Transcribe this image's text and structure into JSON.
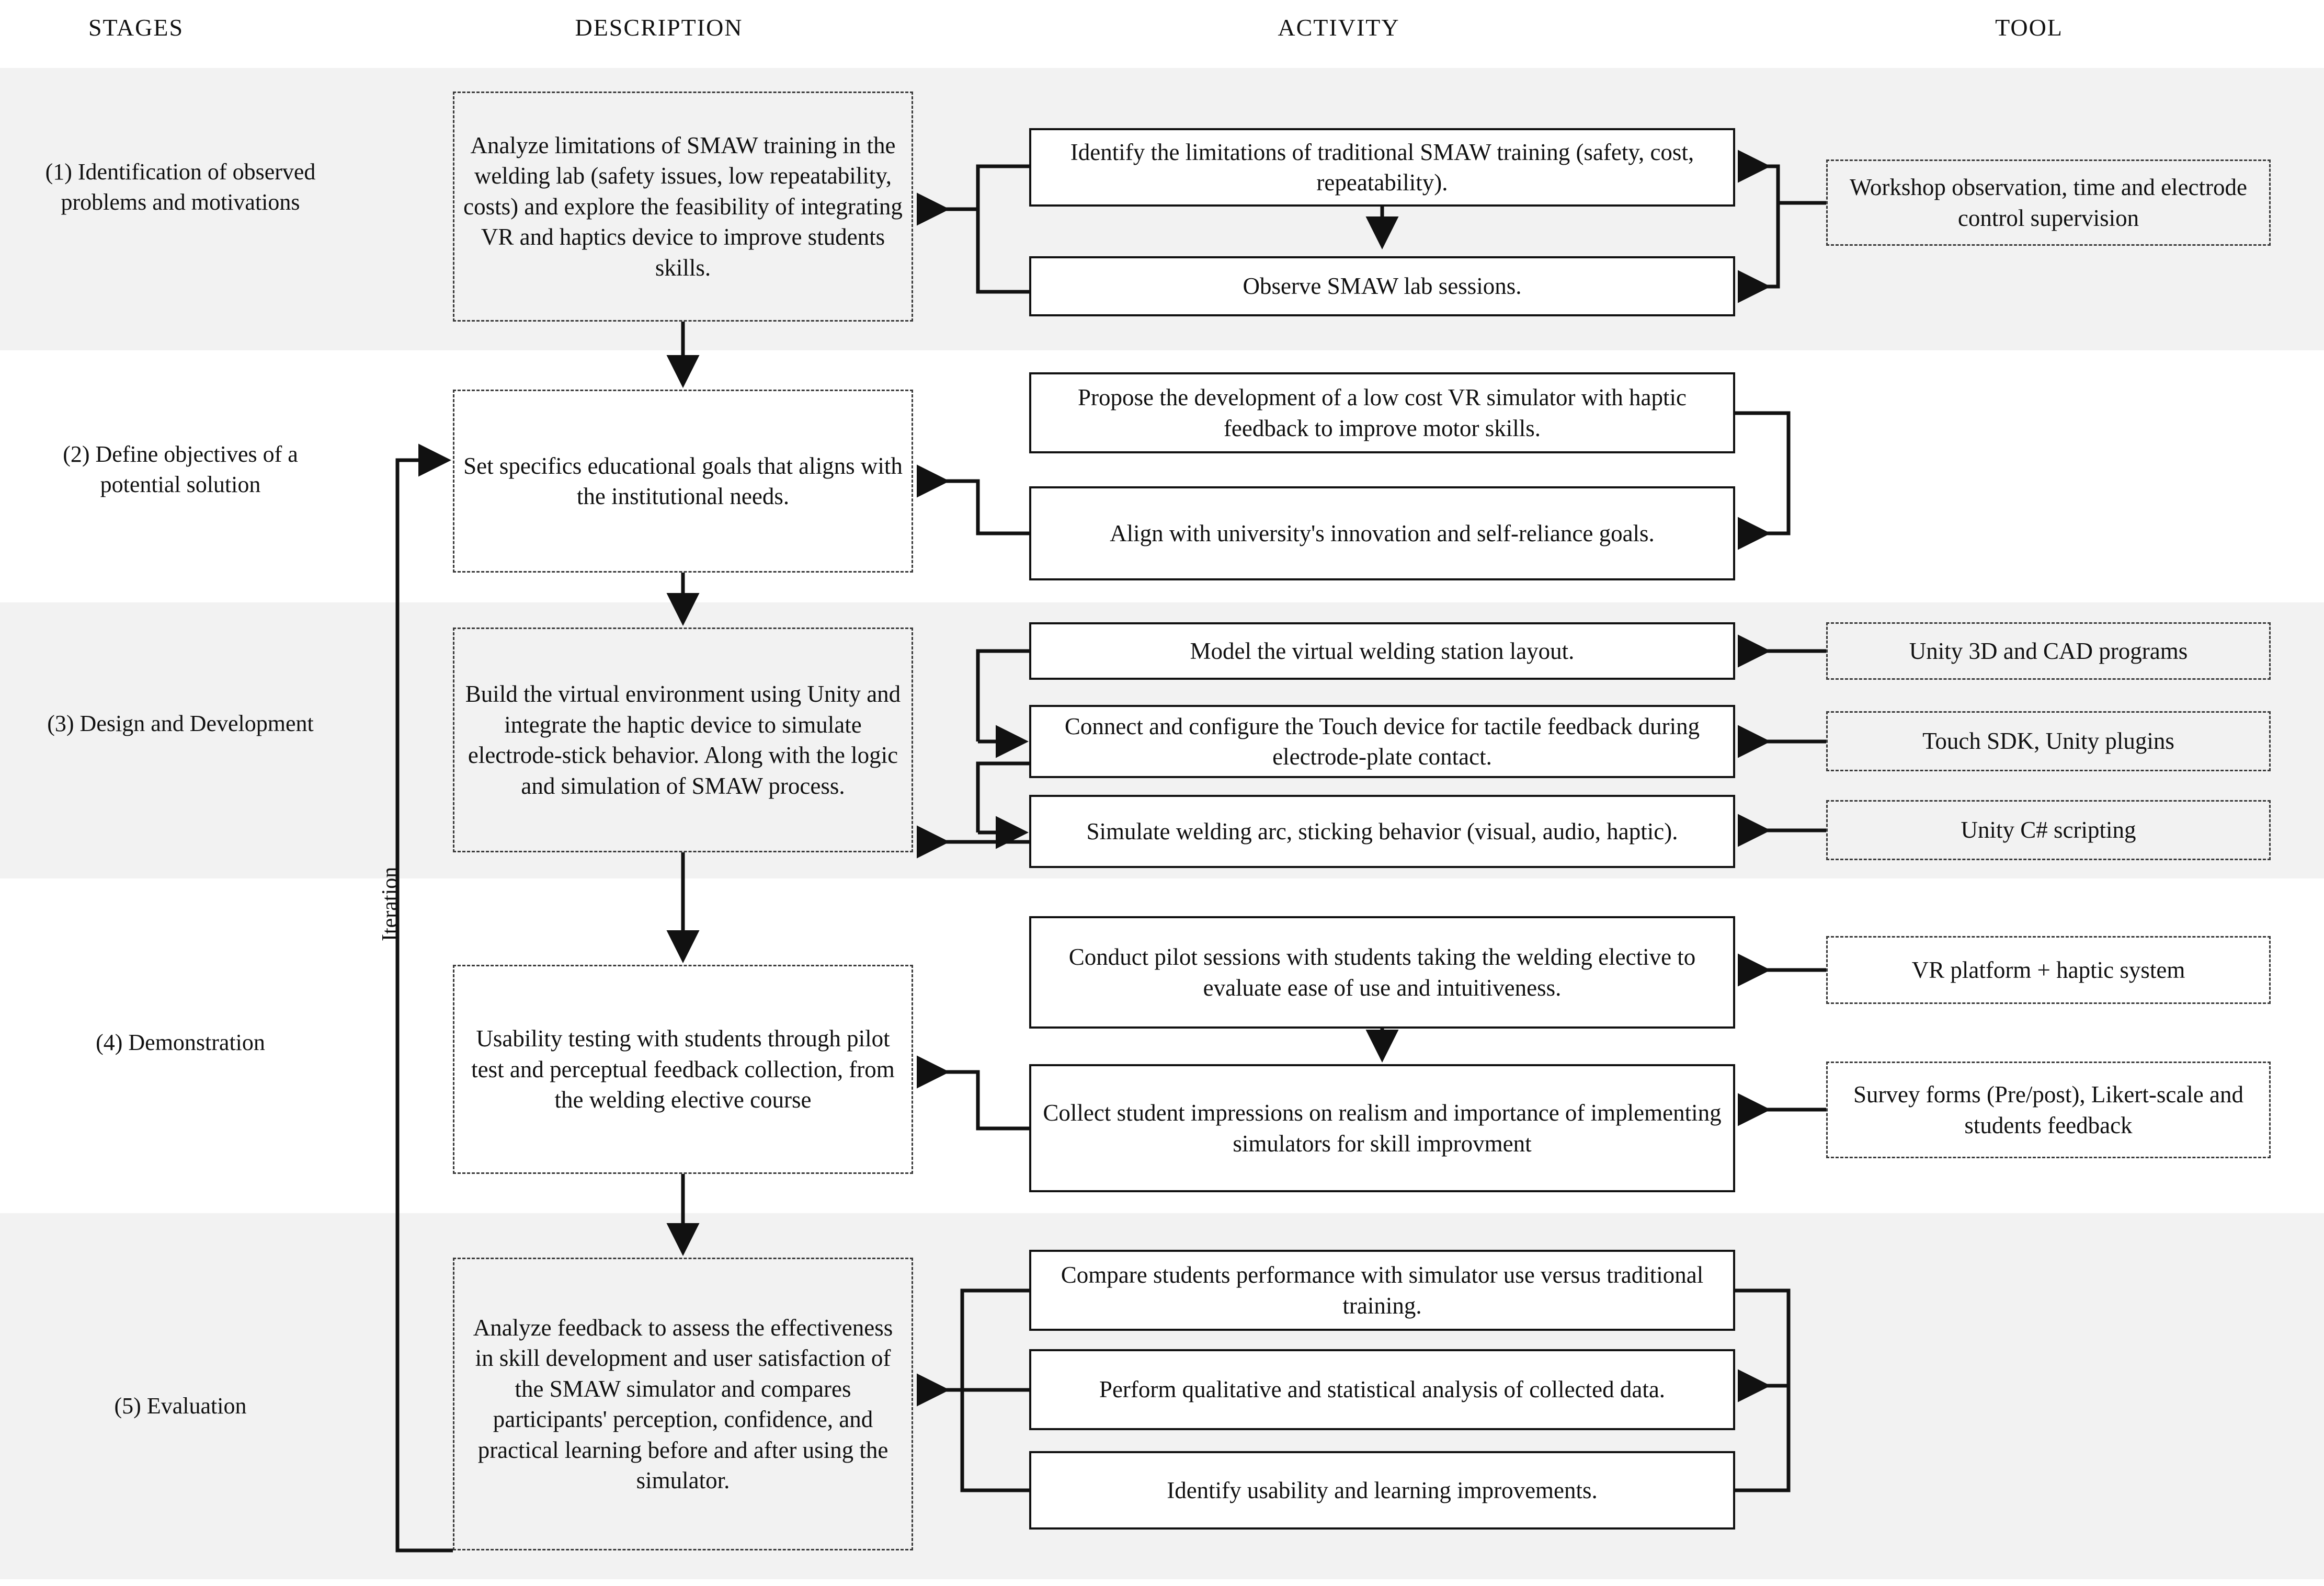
{
  "headers": {
    "stages": "STAGES",
    "description": "DESCRIPTION",
    "activity": "ACTIVITY",
    "tool": "TOOL"
  },
  "iteration_label": "Iteration",
  "colors": {
    "band_shaded": "#f2f2f2",
    "band_plain": "#ffffff",
    "line": "#111111",
    "dashed_border": "#3a3a3a",
    "text": "#111111"
  },
  "rows": [
    {
      "id": "row-1",
      "stage": "(1) Identification of observed problems and motivations",
      "description": "Analyze limitations of SMAW training in the welding lab (safety issues, low repeatability, costs) and explore the feasibility of integrating VR and haptics device to improve students skills.",
      "activities": [
        "Identify the limitations of traditional SMAW training (safety, cost, repeatability).",
        "Observe SMAW lab sessions."
      ],
      "tools": [
        "Workshop observation, time and electrode control supervision"
      ]
    },
    {
      "id": "row-2",
      "stage": "(2) Define objectives of a potential solution",
      "description": "Set specifics educational goals that aligns with the institutional needs.",
      "activities": [
        "Propose the development of a low cost VR simulator with haptic feedback to improve motor skills.",
        "Align with university's innovation and self-reliance goals."
      ],
      "tools": []
    },
    {
      "id": "row-3",
      "stage": "(3) Design and Development",
      "description": "Build the virtual environment using Unity and integrate the haptic device to simulate electrode-stick behavior. Along with the logic and simulation of SMAW process.",
      "activities": [
        "Model the virtual welding station layout.",
        "Connect and configure the Touch device for tactile feedback during electrode-plate contact.",
        "Simulate welding arc, sticking behavior (visual, audio, haptic)."
      ],
      "tools": [
        "Unity 3D and CAD programs",
        "Touch SDK, Unity plugins",
        "Unity C# scripting"
      ]
    },
    {
      "id": "row-4",
      "stage": "(4) Demonstration",
      "description": "Usability testing with students through pilot test and perceptual feedback collection, from the welding elective course",
      "activities": [
        "Conduct pilot sessions with students taking the welding elective to evaluate ease of use and intuitiveness.",
        "Collect student impressions on realism and importance of implementing simulators for skill improvment"
      ],
      "tools": [
        "VR platform + haptic system",
        "Survey forms (Pre/post), Likert-scale and students feedback"
      ]
    },
    {
      "id": "row-5",
      "stage": "(5) Evaluation",
      "description": "Analyze feedback to assess the effectiveness in skill development and user satisfaction of the SMAW simulator and compares participants' perception, confidence, and practical learning before and after using the simulator.",
      "activities": [
        "Compare students performance with simulator use versus traditional training.",
        "Perform qualitative and statistical analysis of collected data.",
        "Identify usability and learning improvements."
      ],
      "tools": []
    }
  ]
}
